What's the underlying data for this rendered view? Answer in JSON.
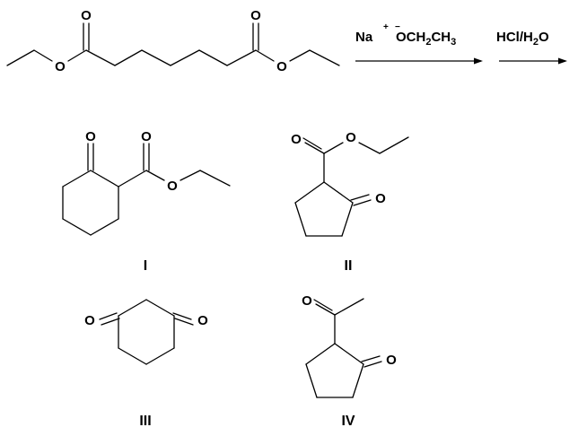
{
  "atoms": {
    "oxygen": "O"
  },
  "reagents": {
    "step1": {
      "cation": "Na",
      "cation_charge": "+",
      "anion_charge": "−",
      "anion_main": "OCH",
      "anion_sub": "2",
      "anion_tail": "CH",
      "anion_tail_sub": "3"
    },
    "step2": {
      "main": "HCl/H",
      "sub": "2",
      "tail": "O"
    }
  },
  "options": [
    {
      "label": "I"
    },
    {
      "label": "II"
    },
    {
      "label": "III"
    },
    {
      "label": "IV"
    }
  ]
}
